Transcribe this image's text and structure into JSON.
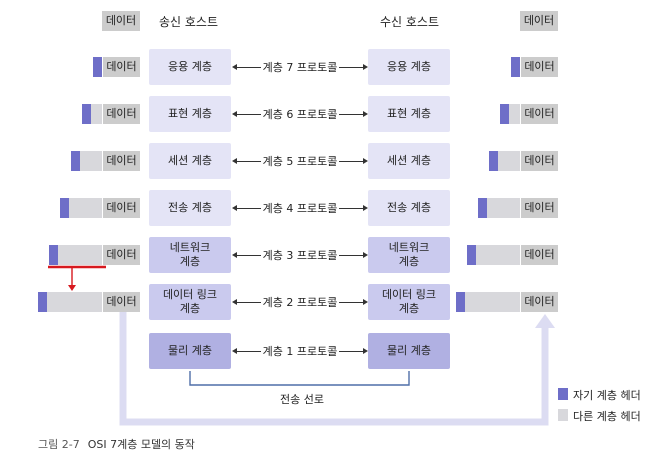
{
  "colors": {
    "own_header": "#6e6ec8",
    "other_header": "#d8d8dc",
    "data_box": "#cccccc",
    "layer_light": "#e4e4f6",
    "layer_mid": "#cacaee",
    "layer_dark": "#b0b0e2",
    "return_path": "#dcdcf2",
    "down_arrow": "#d7191f",
    "medium_line": "#4f6fa8"
  },
  "sender": {
    "title": "송신 호스트"
  },
  "receiver": {
    "title": "수신 호스트"
  },
  "top_data": {
    "left": "데이터",
    "right": "데이터"
  },
  "layers": [
    {
      "name": "응용 계층",
      "protocol": "계층 7 프로토콜",
      "shade": "light",
      "header_count": 1,
      "other_count": 0
    },
    {
      "name": "표현 계층",
      "protocol": "계층 6 프로토콜",
      "shade": "light",
      "header_count": 1,
      "other_count": 1
    },
    {
      "name": "세션 계층",
      "protocol": "계층 5 프로토콜",
      "shade": "light",
      "header_count": 1,
      "other_count": 2
    },
    {
      "name": "전송 계층",
      "protocol": "계층 4 프로토콜",
      "shade": "light",
      "header_count": 1,
      "other_count": 3
    },
    {
      "name": "네트워크\n계층",
      "protocol": "계층 3 프로토콜",
      "shade": "mid",
      "header_count": 1,
      "other_count": 4
    },
    {
      "name": "데이터 링크\n계층",
      "protocol": "계층 2 프로토콜",
      "shade": "mid",
      "header_count": 1,
      "other_count": 5
    },
    {
      "name": "물리 계층",
      "protocol": "계층 1 프로토콜",
      "shade": "dark",
      "header_count": 0,
      "other_count": 0
    }
  ],
  "medium_label": "전송 선로",
  "legend": [
    {
      "label": "자기 계층 헤더",
      "color": "#6e6ec8"
    },
    {
      "label": "다른 계층 헤더",
      "color": "#d8d8dc"
    }
  ],
  "caption": {
    "number": "그림 2-7",
    "text": "OSI 7계층 모델의 동작"
  }
}
